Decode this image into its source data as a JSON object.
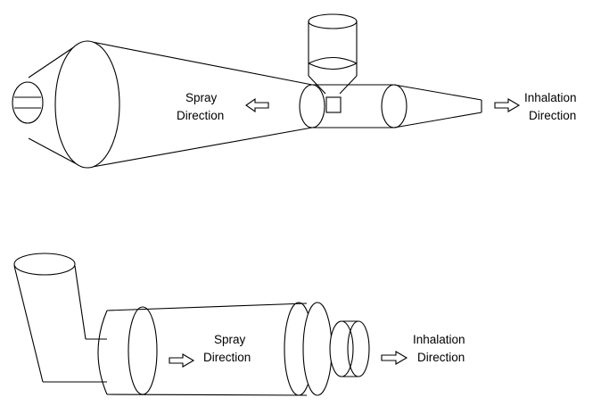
{
  "top_device": {
    "spray_label_line1": "Spray",
    "spray_label_line2": "Direction",
    "inhalation_label_line1": "Inhalation",
    "inhalation_label_line2": "Direction"
  },
  "bottom_device": {
    "spray_label_line1": "Spray",
    "spray_label_line2": "Direction",
    "inhalation_label_line1": "Inhalation",
    "inhalation_label_line2": "Direction"
  },
  "colors": {
    "stroke": "#000000",
    "background": "#ffffff"
  }
}
